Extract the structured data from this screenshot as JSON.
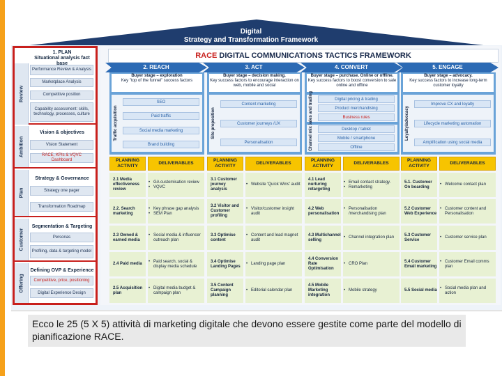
{
  "roof": {
    "title_line1": "Digital",
    "title_line2": "Strategy  and Transformation Framework"
  },
  "framework_title": {
    "prefix": "RACE",
    "rest": " DIGITAL COMMUNICATIONS TACTICS FRAMEWORK"
  },
  "plan": {
    "title_line1": "1. PLAN",
    "title_line2": "Situational analysis fact base",
    "sections": [
      {
        "tab": "Review",
        "items": [
          "Performance Review & Analysis",
          "Marketplace Analysis",
          "Competitive position",
          "Capability assessment: skills, technology, processes, culture"
        ]
      },
      {
        "tab": "Ambition",
        "title": "Vision & objectives",
        "items": [
          "Vision Statement",
          "RACE, KPIs & VQVC Dashboard"
        ]
      },
      {
        "tab": "Plan",
        "title": "Strategy & Governance",
        "items": [
          "Strategy one pager",
          "Transformation Roadmap"
        ]
      },
      {
        "tab": "Customer",
        "title": "Segmentation & Targeting",
        "items": [
          "Personas",
          "Profiling, data & targeting model"
        ]
      },
      {
        "tab": "Offering",
        "title": "Defining OVP & Experience",
        "items": [
          "Competitive, price, positioning",
          "Digital Experience Design"
        ]
      }
    ]
  },
  "stages": [
    {
      "label": "2. REACH",
      "buyer_bold": "Buyer stage – exploration",
      "buyer_text": "Key \"top of the funnel\" success factors",
      "groups": [
        {
          "label": "Traffic acquisition",
          "tactics": [
            "SEO",
            "Paid traffic",
            "Social media marketing",
            "Brand building"
          ]
        }
      ]
    },
    {
      "label": "3. ACT",
      "buyer_bold": "Buyer stage – decision making.",
      "buyer_text": "Key success factors to encourage interaction on web, mobile and social",
      "groups": [
        {
          "label": "Site proposition",
          "tactics": [
            "Content marketing",
            "Customer journeys /UX",
            "Personalisation"
          ]
        }
      ]
    },
    {
      "label": "4. CONVERT",
      "buyer_bold": "Buyer stage – purchase. Online or offline.",
      "buyer_text": "Key success factors to boost conversion to sale online and offline",
      "groups": [
        {
          "label": "Sales and trading",
          "tactics": [
            "Digital pricing & trading",
            "Product merchandising",
            "Business rules"
          ]
        },
        {
          "label": "Channel mix",
          "tactics": [
            "Desktop / tablet",
            "Mobile / smartphone",
            "Offline"
          ]
        }
      ]
    },
    {
      "label": "5. ENGAGE",
      "buyer_bold": "Buyer stage – advocacy.",
      "buyer_text": "Key success factors to increase long-term customer loyalty",
      "groups": [
        {
          "label": "Loyalty/advocacy",
          "tactics": [
            "Improve CX and loyalty",
            "Lifecycle marketing automation",
            "Amplification using social media"
          ]
        }
      ]
    }
  ],
  "headers": {
    "activity": "PLANNING ACTIVITY",
    "deliverables": "DELIVERABLES"
  },
  "rows": [
    [
      {
        "activity": "2.1 Media effectiveness review",
        "deliverables": [
          "GA customisation review",
          "VQVC"
        ]
      },
      {
        "activity": "3.1 Customer journey analysis",
        "deliverables": [
          "Website 'Quick Wins' audit"
        ]
      },
      {
        "activity": "4.1 Lead nurturing retargeting",
        "deliverables": [
          "Email contact strategy.",
          "Remarketing"
        ]
      },
      {
        "activity": "5.1. Customer On boarding",
        "deliverables": [
          "Welcome contact plan"
        ]
      }
    ],
    [
      {
        "activity": "2.2. Search marketing",
        "deliverables": [
          "Key phrase gap analysis",
          "SEM Plan"
        ]
      },
      {
        "activity": "3.2 Visitor and Customer profiling",
        "deliverables": [
          "Visitor/customer insight audit"
        ]
      },
      {
        "activity": "4.2 Web personalisation",
        "deliverables": [
          "Personalisation /merchandising plan"
        ]
      },
      {
        "activity": "5.2 Customer Web Experience",
        "deliverables": [
          "Customer content and Personalisation"
        ]
      }
    ],
    [
      {
        "activity": "2.3 Owned & earned media",
        "deliverables": [
          "Social media & influencer outreach plan"
        ]
      },
      {
        "activity": "3.3 Optimise content",
        "deliverables": [
          "Content and lead magnet audit"
        ]
      },
      {
        "activity": "4.3 Multichannel selling",
        "deliverables": [
          "Channel integration plan"
        ]
      },
      {
        "activity": "5.3 Customer Service",
        "deliverables": [
          "Customer service plan"
        ]
      }
    ],
    [
      {
        "activity": "2.4 Paid media",
        "deliverables": [
          "Paid search, social & display media schedule"
        ]
      },
      {
        "activity": "3.4 Optimise Landing Pages",
        "deliverables": [
          "Landing page plan"
        ]
      },
      {
        "activity": "4.4 Conversion Rate Optimisation",
        "deliverables": [
          "CRO Plan"
        ]
      },
      {
        "activity": "5.4 Customer Email marketing",
        "deliverables": [
          "Customer Email comms plan"
        ]
      }
    ],
    [
      {
        "activity": "2.5 Acquisition plan",
        "deliverables": [
          "Digital media budget & campaign plan"
        ]
      },
      {
        "activity": "3.5 Content Campaign planning",
        "deliverables": [
          "Editorial calendar plan"
        ]
      },
      {
        "activity": "4.5 Mobile Marketing integration",
        "deliverables": [
          "Mobile strategy"
        ]
      },
      {
        "activity": "5.5 Social media",
        "deliverables": [
          "Social media plan and action"
        ]
      }
    ]
  ],
  "caption": "Ecco le 25 (5 X 5) attività di marketing digitale che devono essere gestite come parte del modello di pianificazione RACE.",
  "colors": {
    "accent": "#f6a11a",
    "navy": "#1f3d6e",
    "blue": "#2c6ab4",
    "red": "#c8201d",
    "yellow": "#f7c400",
    "green": "#e8f1d3"
  }
}
